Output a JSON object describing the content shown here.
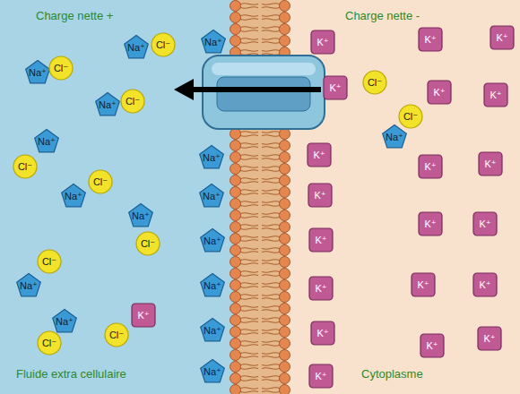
{
  "diagram": {
    "nodes": [
      {
        "text": [
          "Charge nette +",
          "Fluide extra cellulaire"
        ]
      },
      {
        "text": [
          "Na⁺"
        ],
        "in": 0
      },
      {
        "text": [
          "Cl⁻"
        ],
        "in": 0
      },
      {
        "text": [
          "Na⁺"
        ],
        "in": 0
      },
      {
        "text": [
          "Cl⁻"
        ],
        "in": 0
      },
      {
        "text": [
          "Na⁺"
        ],
        "in": 0
      },
      {
        "text": [
          "Cl⁻"
        ],
        "in": 0
      },
      {
        "text": [
          "Na⁺"
        ],
        "in": 0
      },
      {
        "text": [
          "Cl⁻"
        ],
        "in": 0
      },
      {
        "text": [
          "Na⁺"
        ],
        "in": 0
      },
      {
        "text": [
          "Cl⁻"
        ],
        "in": 0
      },
      {
        "text": [
          "Na⁺"
        ],
        "in": 0
      },
      {
        "text": [
          "Cl⁻"
        ],
        "in": 0
      },
      {
        "text": [
          "Cl⁻"
        ],
        "in": 0
      },
      {
        "text": [
          "Na⁺"
        ],
        "in": 0
      },
      {
        "text": [
          "Na⁺"
        ],
        "in": 0
      },
      {
        "text": [
          "Cl⁻"
        ],
        "in": 0
      },
      {
        "text": [
          "Cl⁻"
        ],
        "in": 0
      },
      {
        "text": [
          "K⁺"
        ],
        "in": 0
      },
      {
        "text": [
          "Na⁺"
        ],
        "in": 0
      },
      {
        "text": [
          "Na⁺"
        ],
        "in": 0
      },
      {
        "text": [
          "Na⁺"
        ],
        "in": 0
      },
      {
        "text": [
          "Na⁺"
        ],
        "in": 0
      },
      {
        "text": [
          "Na⁺"
        ],
        "in": 0
      },
      {
        "text": [
          "Na⁺"
        ],
        "in": 0
      },
      {
        "text": [
          "Na⁺"
        ],
        "in": 0
      },
      {
        "text": [
          "Charge nette -",
          "Cytoplasme"
        ]
      },
      {
        "text": [
          "K⁺"
        ],
        "in": 26
      },
      {
        "text": [
          "K⁺"
        ],
        "in": 26
      },
      {
        "text": [
          "K⁺"
        ],
        "in": 26
      },
      {
        "text": [
          "K⁺"
        ],
        "in": 26
      },
      {
        "text": [
          "Cl⁻"
        ],
        "in": 26
      },
      {
        "text": [
          "K⁺"
        ],
        "in": 26
      },
      {
        "text": [
          "K⁺"
        ],
        "in": 26
      },
      {
        "text": [
          "Cl⁻"
        ],
        "in": 26
      },
      {
        "text": [
          "Na⁺"
        ],
        "in": 26
      },
      {
        "text": [
          "K⁺"
        ],
        "in": 26
      },
      {
        "text": [
          "K⁺"
        ],
        "in": 26
      },
      {
        "text": [
          "K⁺"
        ],
        "in": 26
      },
      {
        "text": [
          "K⁺"
        ],
        "in": 26
      },
      {
        "text": [
          "K⁺"
        ],
        "in": 26
      },
      {
        "text": [
          "K⁺"
        ],
        "in": 26
      },
      {
        "text": [
          "K⁺"
        ],
        "in": 26
      },
      {
        "text": [
          "K⁺"
        ],
        "in": 26
      },
      {
        "text": [
          "K⁺"
        ],
        "in": 26
      },
      {
        "text": [
          "K⁺"
        ],
        "in": 26
      },
      {
        "text": [
          "K⁺"
        ],
        "in": 26
      },
      {
        "text": [
          "K⁺"
        ],
        "in": 26
      },
      {
        "text": [
          "K⁺"
        ],
        "in": 26
      },
      {
        "text": [
          "K⁺"
        ],
        "in": 26
      }
    ]
  }
}
